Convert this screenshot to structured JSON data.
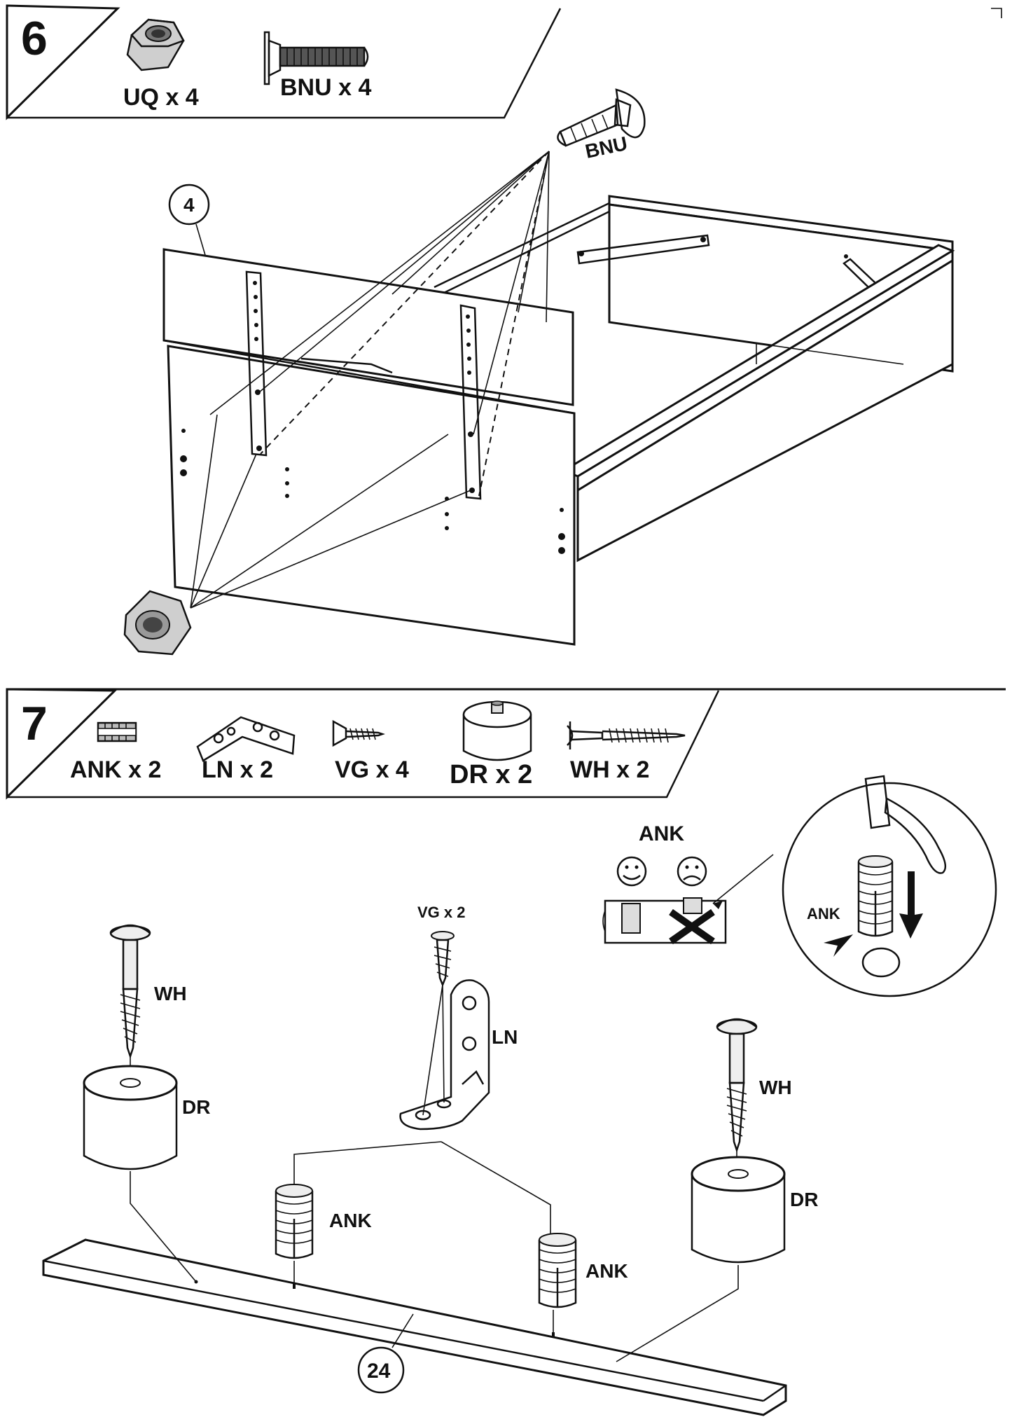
{
  "step6": {
    "number": "6",
    "parts": [
      {
        "code": "UQ",
        "label": "UQ x 4",
        "icon": "hex-nut-icon"
      },
      {
        "code": "BNU",
        "label": "BNU x 4",
        "icon": "bolt-icon"
      }
    ],
    "callouts": {
      "bolt": "BNU",
      "panel": "4"
    }
  },
  "step7": {
    "number": "7",
    "parts": [
      {
        "code": "ANK",
        "label": "ANK x 2",
        "icon": "dowel-anchor-icon"
      },
      {
        "code": "LN",
        "label": "LN x  2",
        "icon": "angle-bracket-icon"
      },
      {
        "code": "VG",
        "label": "VG x 4",
        "icon": "small-screw-icon"
      },
      {
        "code": "DR",
        "label": "DR x 2",
        "icon": "foot-cylinder-icon"
      },
      {
        "code": "WH",
        "label": "WH x  2",
        "icon": "long-screw-icon"
      }
    ],
    "callouts": {
      "ank_detail_title": "ANK",
      "ank_zoom_label": "ANK",
      "vg_count": "VG   x 2",
      "ln": "LN",
      "wh_left": "WH",
      "dr_left": "DR",
      "wh_right": "WH",
      "dr_right": "DR",
      "ank_left": "ANK",
      "ank_right": "ANK",
      "panel": "24"
    }
  }
}
